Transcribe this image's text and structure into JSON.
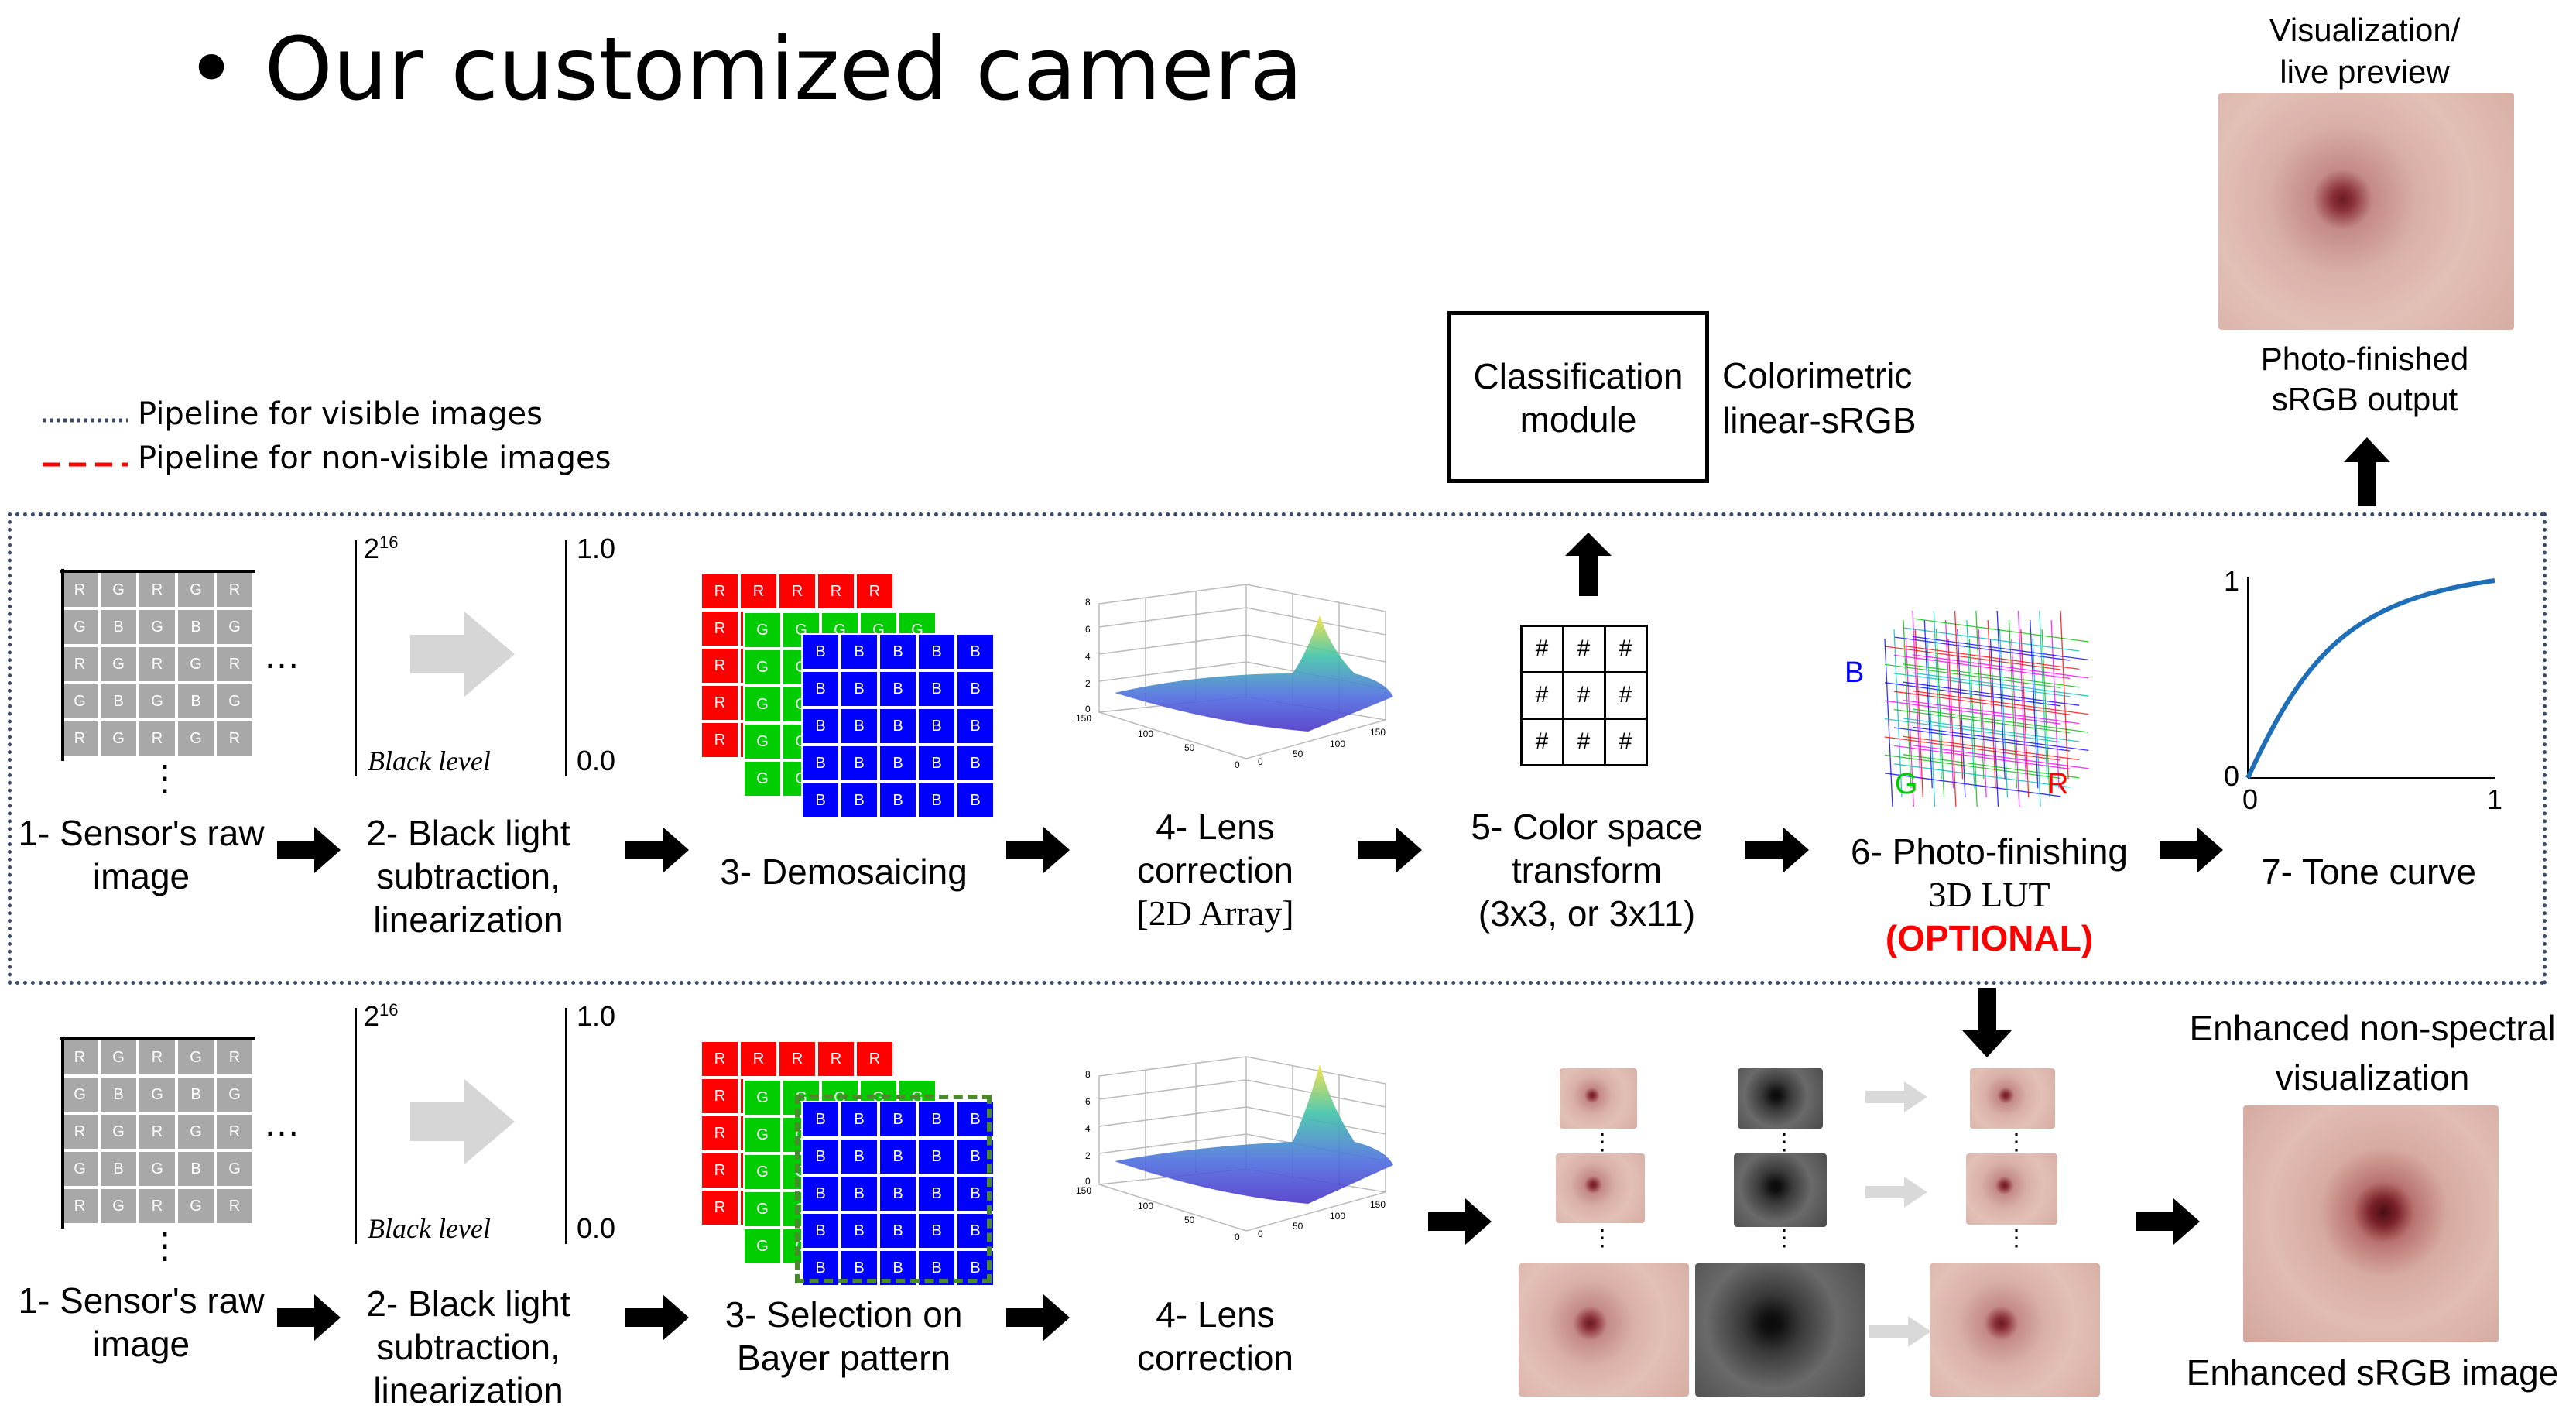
{
  "title": "• Our customized camera",
  "legend": {
    "visible": "Pipeline for visible images",
    "nonvisible": "Pipeline for non-visible images"
  },
  "top": {
    "classification": [
      "Classification",
      "module"
    ],
    "colorimetric": [
      "Colorimetric",
      "linear-sRGB"
    ],
    "viz_title": [
      "Visualization/",
      "live preview"
    ],
    "viz_sub": [
      "Photo-finished",
      "sRGB output"
    ]
  },
  "row1": {
    "s1": [
      "1- Sensor's raw",
      "image"
    ],
    "s2": [
      "2- Black light",
      "subtraction,",
      "linearization"
    ],
    "s3": "3- Demosaicing",
    "s4": [
      "4- Lens",
      "correction",
      "[2D Array]"
    ],
    "s5": [
      "5- Color space",
      "transform",
      "(3x3, or 3x11)"
    ],
    "s6": [
      "6- Photo-finishing",
      "3D LUT",
      "(OPTIONAL)"
    ],
    "s7": "7- Tone curve",
    "bl_top": "2",
    "bl_exp": "16",
    "bl_one": "1.0",
    "bl_zero": "0.0",
    "bl_text": "Black level",
    "matrix": "#",
    "lut_axes": {
      "b": "B",
      "g": "G",
      "r": "R"
    },
    "tone_axes": {
      "y1": "1",
      "y0": "0",
      "x0": "0",
      "x1": "1"
    },
    "lens_ticks": {
      "z": [
        "8",
        "6",
        "4",
        "2",
        "0"
      ],
      "x": [
        "150",
        "100",
        "50",
        "0"
      ],
      "y": [
        "0",
        "50",
        "100",
        "150"
      ]
    }
  },
  "row2": {
    "s1": [
      "1- Sensor's raw",
      "image"
    ],
    "s2": [
      "2- Black light",
      "subtraction,",
      "linearization"
    ],
    "s3": [
      "3- Selection on",
      "Bayer pattern"
    ],
    "s4": [
      "4- Lens",
      "correction"
    ],
    "out_title": [
      "Enhanced non-spectral",
      "visualization"
    ],
    "out_sub": "Enhanced sRGB image",
    "bl_top": "2",
    "bl_exp": "16",
    "bl_one": "1.0",
    "bl_zero": "0.0",
    "bl_text": "Black level"
  },
  "bayer_gray": [
    [
      "R",
      "G",
      "R",
      "G",
      "R"
    ],
    [
      "G",
      "B",
      "G",
      "B",
      "G"
    ],
    [
      "R",
      "G",
      "R",
      "G",
      "R"
    ],
    [
      "G",
      "B",
      "G",
      "B",
      "G"
    ],
    [
      "R",
      "G",
      "R",
      "G",
      "R"
    ]
  ],
  "ellipsis": "…",
  "vdots": "⋮",
  "channel_letters": {
    "r": "R",
    "g": "G",
    "b": "B"
  },
  "colors": {
    "red": "#ff0000",
    "green": "#00cc00",
    "blue": "#0000ff",
    "dotted": "#3b4a6b",
    "optional": "#ff0000",
    "tone": "#1f6eb8"
  }
}
